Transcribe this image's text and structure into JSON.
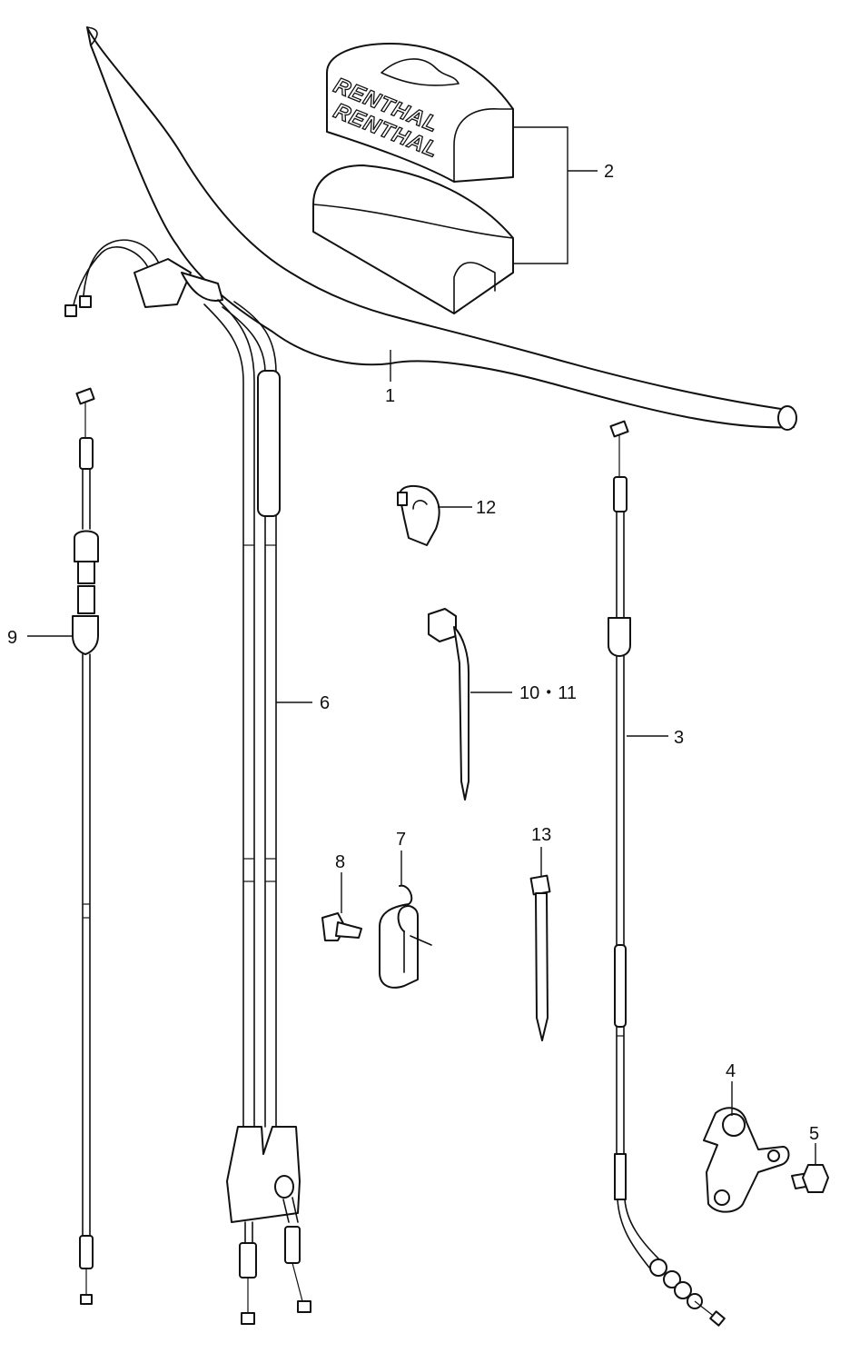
{
  "brand_text": "RENTHAL",
  "callouts": {
    "c1": "1",
    "c2": "2",
    "c3": "3",
    "c4": "4",
    "c5": "5",
    "c6": "6",
    "c7": "7",
    "c8": "8",
    "c9": "9",
    "c10_11": "10・11",
    "c12": "12",
    "c13": "13"
  }
}
